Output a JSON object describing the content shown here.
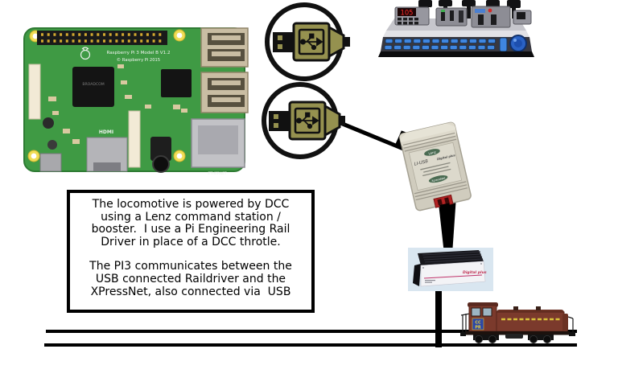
{
  "note_box": {
    "lines1": [
      "The locomotive is powered by DCC",
      "using a Lenz command station /",
      "booster.  I use a Pi Engineering Rail",
      "Driver in place of a DCC throtle."
    ],
    "lines2": [
      "The PI3 communicates between the",
      "USB connected Raildriver and the",
      "XPressNet, also connected via  USB"
    ]
  },
  "raspberry_pi": {
    "title": "Raspberry Pi 3 Model B V1.2",
    "copyright": "© Raspberry Pi 2015",
    "hdmi_label": "HDMI",
    "ethernet_label": "ETHERNET"
  },
  "raildriver": {
    "display_value": "105"
  },
  "lenz_interface": {
    "badge_top": "Lenz",
    "model": "LI-USB",
    "brand": "Digital plus",
    "badge_bottom": "XpressNet"
  },
  "command_station": {
    "brand": "Digital plus"
  },
  "locomotive": {
    "logo_top": "CC",
    "logo_bottom": "PR"
  },
  "colors": {
    "pcb_green": "#3f9a44",
    "usb_plug_khaki": "#95914f",
    "button_blue": "#3f86e0",
    "lenz_beige": "#d0ccbe",
    "loco_brown": "#7b3a2c",
    "loco_logo_blue": "#2a46a8",
    "led_red": "#ff2a2a",
    "brand_magenta": "#c03254"
  }
}
